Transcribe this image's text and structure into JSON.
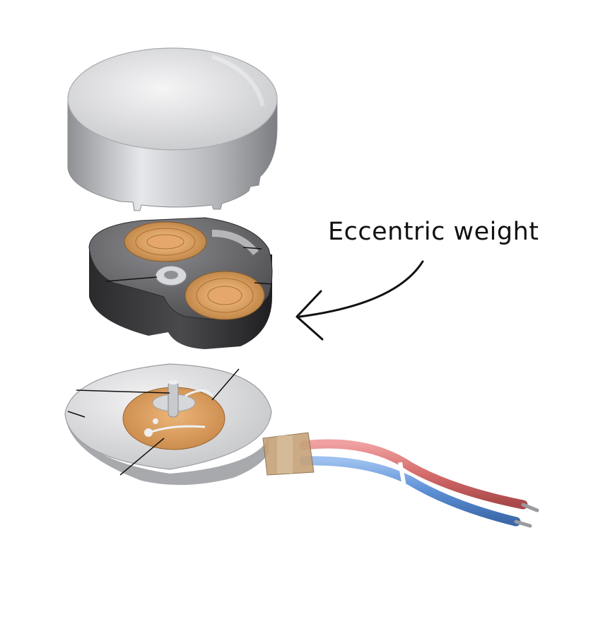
{
  "annotation": {
    "label": "Eccentric weight",
    "color": "#111111"
  },
  "parts": [
    {
      "name": "cover-cap",
      "color": "#d9dadc"
    },
    {
      "name": "rotor-with-coils",
      "color": "#3a3a3c",
      "coil_color": "#c8894a"
    },
    {
      "name": "base-plate",
      "color": "#d4d5d8",
      "pcb_color": "#d79a5a"
    },
    {
      "name": "lead-wires",
      "colors": [
        "#d46b6b",
        "#5c8fd4"
      ]
    }
  ]
}
